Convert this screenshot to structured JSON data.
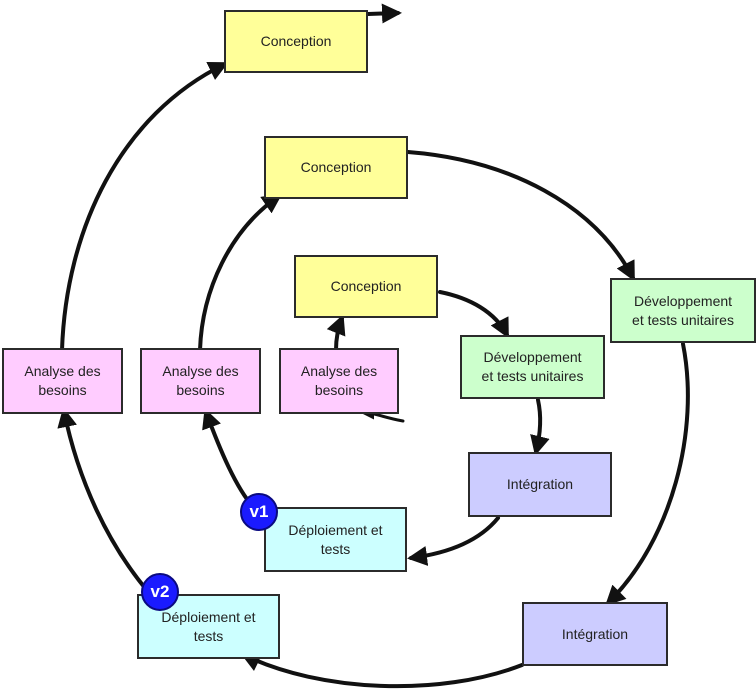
{
  "colors": {
    "conception": "#ffff99",
    "developpement": "#ccffcc",
    "analyse": "#ffccff",
    "integration": "#ccccff",
    "deploiement": "#ccffff",
    "badge": "#1a1aff",
    "arrow": "#111111"
  },
  "inner": {
    "analyse": "Analyse des\nbesoins",
    "conception": "Conception",
    "developpement": "Développement\net tests unitaires",
    "integration": "Intégration",
    "deploiement": "Déploiement et\ntests",
    "badge": "v1"
  },
  "middle": {
    "analyse": "Analyse des\nbesoins",
    "conception": "Conception",
    "developpement": "Développement\net tests unitaires",
    "integration": "Intégration",
    "deploiement": "Déploiement et\ntests",
    "badge": "v2"
  },
  "outer": {
    "analyse": "Analyse des\nbesoins",
    "conception": "Conception"
  }
}
